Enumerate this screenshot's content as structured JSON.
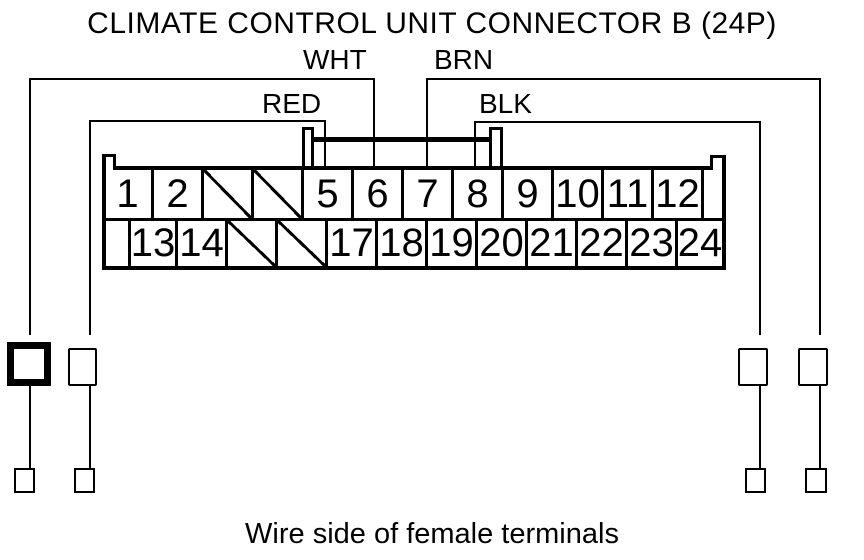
{
  "title": "CLIMATE CONTROL UNIT CONNECTOR B (24P)",
  "caption": "Wire side of female terminals",
  "colors": {
    "line": "#000000",
    "background": "#ffffff"
  },
  "wires": [
    {
      "label": "WHT",
      "pin": "6",
      "side": "left"
    },
    {
      "label": "RED",
      "pin": "5",
      "side": "left"
    },
    {
      "label": "BRN",
      "pin": "7",
      "side": "right"
    },
    {
      "label": "BLK",
      "pin": "8",
      "side": "right"
    }
  ],
  "connector": {
    "top_row": [
      {
        "pin": "1"
      },
      {
        "pin": "2"
      },
      {
        "blocked": true
      },
      {
        "blocked": true
      },
      {
        "pin": "5"
      },
      {
        "pin": "6"
      },
      {
        "pin": "7"
      },
      {
        "pin": "8"
      },
      {
        "pin": "9"
      },
      {
        "pin": "10"
      },
      {
        "pin": "11"
      },
      {
        "pin": "12"
      }
    ],
    "bottom_row": [
      {
        "pin": "13"
      },
      {
        "pin": "14"
      },
      {
        "blocked": true
      },
      {
        "blocked": true
      },
      {
        "pin": "17"
      },
      {
        "pin": "18"
      },
      {
        "pin": "19"
      },
      {
        "pin": "20"
      },
      {
        "pin": "21"
      },
      {
        "pin": "22"
      },
      {
        "pin": "23"
      },
      {
        "pin": "24"
      }
    ]
  }
}
